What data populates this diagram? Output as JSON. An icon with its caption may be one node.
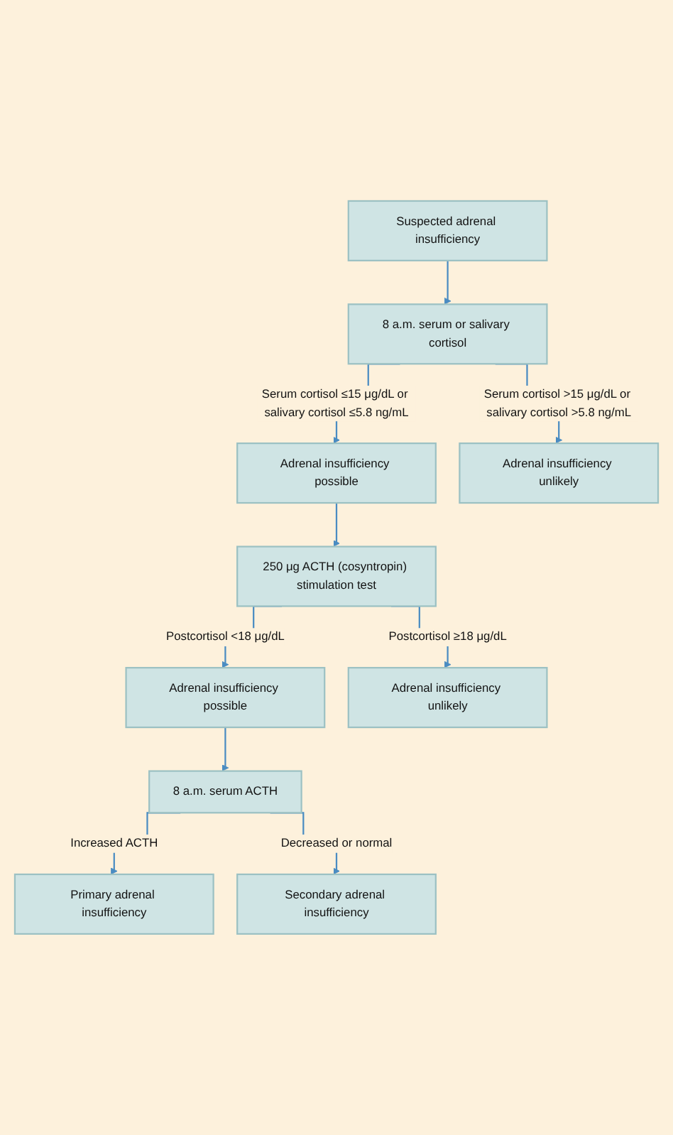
{
  "diagram": {
    "nodes": [
      {
        "text": [
          "Suspected adrenal insufficiency"
        ]
      },
      {
        "text": [
          "8 a.m. serum or salivary cortisol"
        ]
      },
      {
        "text": [
          "Adrenal insufficiency possible"
        ]
      },
      {
        "text": [
          "Adrenal insufficiency unlikely"
        ]
      },
      {
        "text": [
          "250 μg ACTH (cosyntropin) stimulation test"
        ]
      },
      {
        "text": [
          "Adrenal insufficiency possible"
        ]
      },
      {
        "text": [
          "Adrenal insufficiency unlikely"
        ]
      },
      {
        "text": [
          "8 a.m. serum ACTH"
        ]
      },
      {
        "text": [
          "Primary adrenal insufficiency"
        ]
      },
      {
        "text": [
          "Secondary adrenal insufficiency"
        ]
      }
    ],
    "edges": [
      {
        "from": 0,
        "to": 1,
        "arrow": "to"
      },
      {
        "from": 1,
        "to": 2,
        "arrow": "to",
        "label": "Serum cortisol ≤15 μg/dL or salivary cortisol ≤5.8 ng/mL"
      },
      {
        "from": 1,
        "to": 3,
        "arrow": "to",
        "label": "Serum cortisol >15 μg/dL or salivary cortisol >5.8 ng/mL"
      },
      {
        "from": 2,
        "to": 4,
        "arrow": "to"
      },
      {
        "from": 4,
        "to": 5,
        "arrow": "to",
        "label": "Postcortisol <18 μg/dL"
      },
      {
        "from": 4,
        "to": 6,
        "arrow": "to",
        "label": "Postcortisol ≥18 μg/dL"
      },
      {
        "from": 5,
        "to": 7,
        "arrow": "to"
      },
      {
        "from": 7,
        "to": 8,
        "arrow": "to",
        "label": "Increased ACTH"
      },
      {
        "from": 7,
        "to": 9,
        "arrow": "to",
        "label": "Decreased or normal"
      }
    ]
  }
}
